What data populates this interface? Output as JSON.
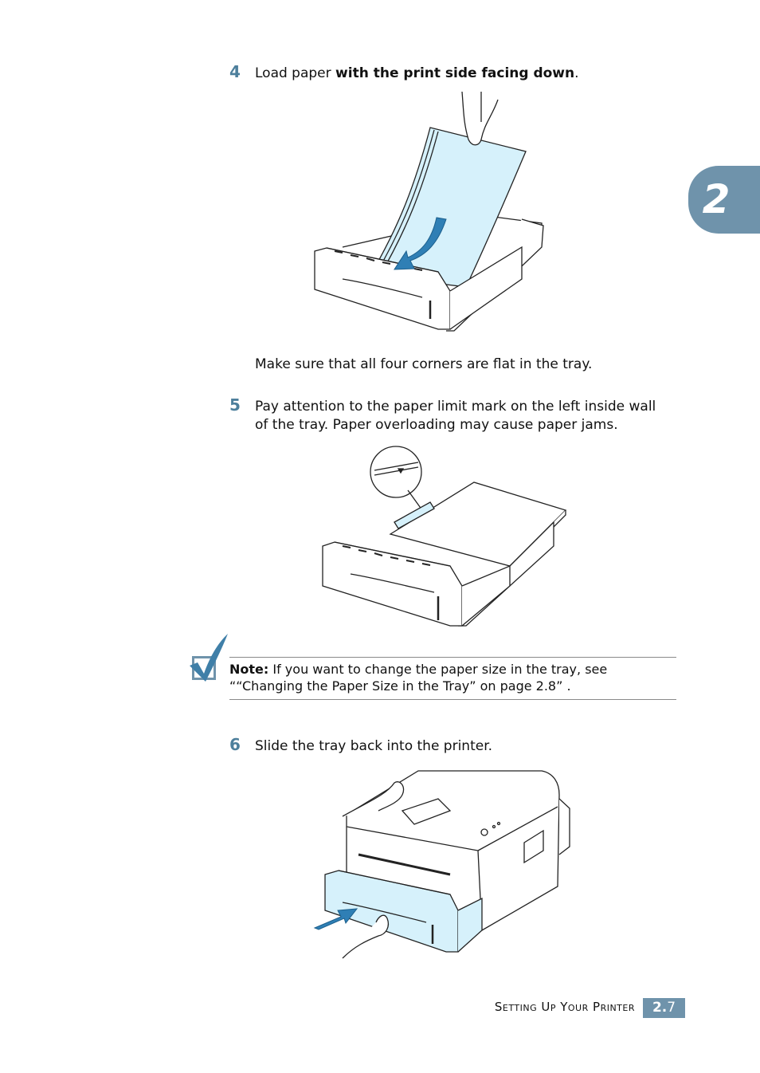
{
  "chapter_tab": "2",
  "steps": [
    {
      "num": "4",
      "text_plain": "Load paper ",
      "text_bold": "with the print side facing down",
      "text_end": "."
    },
    {
      "num": "5",
      "line1": "Pay attention to the paper limit mark on the left inside wall",
      "line2": "of the tray. Paper overloading may cause paper jams."
    },
    {
      "num": "6",
      "text": "Slide the tray back into the printer."
    }
  ],
  "after_step4": "Make sure that all four corners are flat in the tray.",
  "note": {
    "label": "Note:",
    "line1": " If you want to change the paper size in the tray, see",
    "line2": "““Changing the Paper Size in the Tray” on page 2.8” ."
  },
  "footer": {
    "title": "Setting Up Your Printer",
    "page_bold": "2.",
    "page_num": "7"
  },
  "colors": {
    "accent": "#6f93ab",
    "step_number": "#4d7f9c",
    "paper_blue": "#d6f1fb",
    "arrow_blue": "#2f7fb5"
  }
}
